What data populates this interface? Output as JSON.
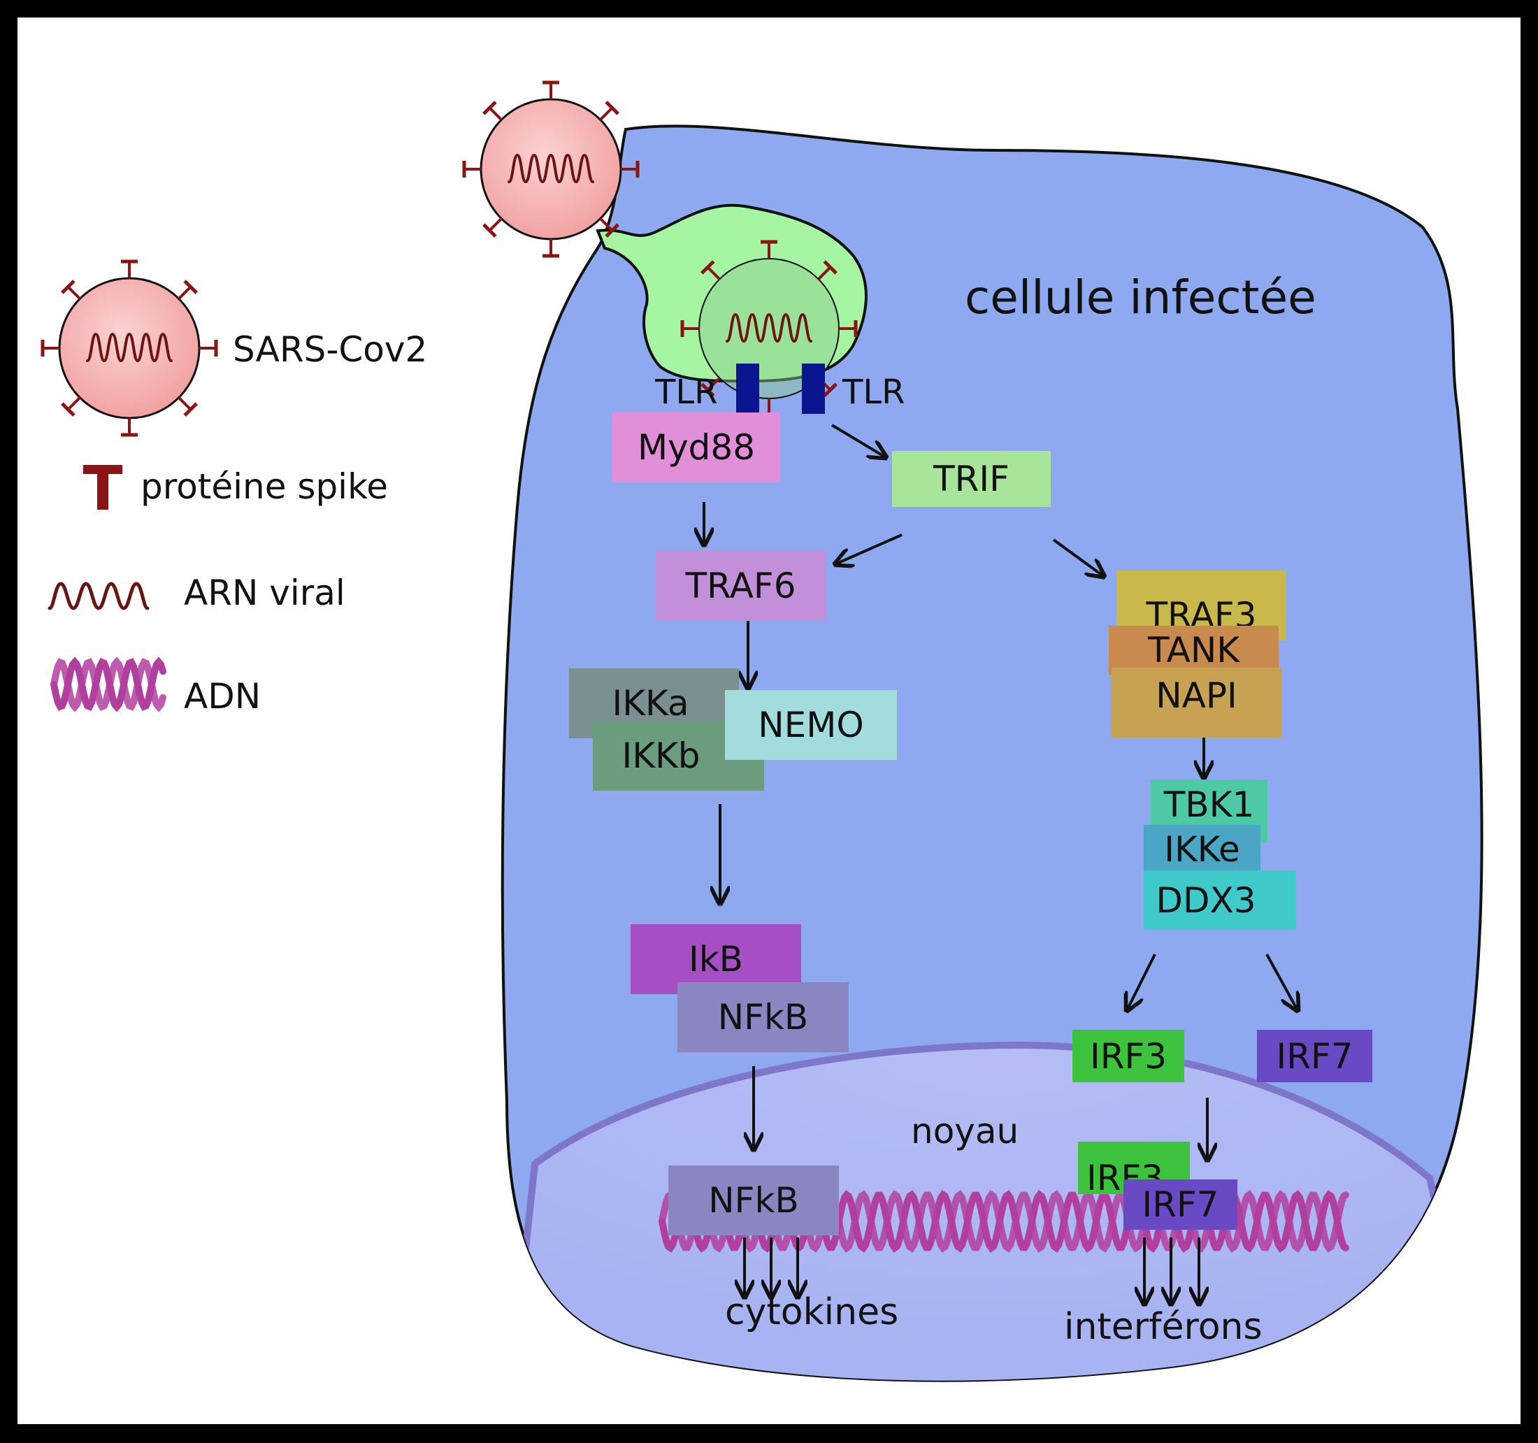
{
  "legend": {
    "virus_label": "SARS-Cov2",
    "spike_label": "protéine spike",
    "rna_label": "ARN viral",
    "dna_label": "ADN"
  },
  "cell": {
    "title": "cellule infectée",
    "nucleus_label": "noyau"
  },
  "receptors": {
    "left": "TLR",
    "right": "TLR"
  },
  "proteins": {
    "myd88": "Myd88",
    "trif": "TRIF",
    "traf6": "TRAF6",
    "ikka": "IKKa",
    "ikkb": "IKKb",
    "nemo": "NEMO",
    "ikb": "IkB",
    "nfkb_cyto": "NFkB",
    "nfkb_nuc": "NFkB",
    "traf3": "TRAF3",
    "tank": "TANK",
    "napi": "NAPI",
    "tbk1": "TBK1",
    "ikke": "IKKe",
    "ddx3": "DDX3",
    "irf3_cyto": "IRF3",
    "irf7_cyto": "IRF7",
    "irf3_nuc": "IRF3",
    "irf7_nuc": "IRF7"
  },
  "outputs": {
    "cytokines": "cytokines",
    "interferons": "interférons"
  },
  "colors": {
    "cell_fill": "#8ea9f0",
    "vesicle_fill": "#a6f5a2",
    "virus_fill": "#f6b3b3",
    "virus_dark": "#8b1414",
    "rna": "#6a1414",
    "dna": "#b13f9d",
    "receptor": "#0b1590"
  }
}
